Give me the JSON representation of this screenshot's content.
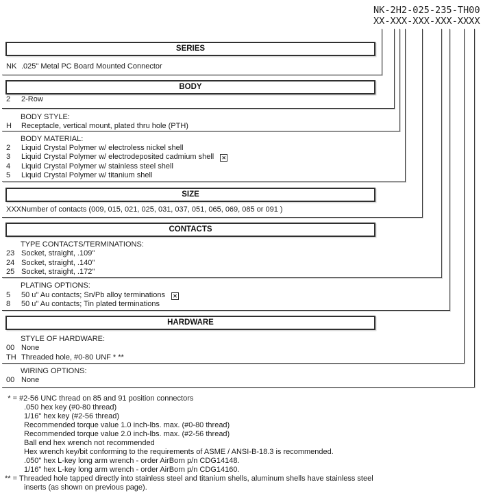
{
  "part_number": {
    "example": "NK-2H2-025-235-TH00",
    "mask": "XX-XXX-XXX-XXX-XXXX"
  },
  "icons": {
    "boxed_x": "✕"
  },
  "sections": [
    {
      "title": "SERIES",
      "groups": [
        {
          "label": "",
          "options": [
            {
              "code": "NK",
              "desc": ".025\" Metal PC Board Mounted Connector"
            }
          ]
        }
      ]
    },
    {
      "title": "BODY",
      "groups": [
        {
          "label": "",
          "options": [
            {
              "code": "2",
              "desc": "2-Row"
            }
          ]
        },
        {
          "label": "BODY STYLE:",
          "options": [
            {
              "code": "H",
              "desc": "Receptacle, vertical mount, plated thru hole (PTH)"
            }
          ]
        },
        {
          "label": "BODY MATERIAL:",
          "options": [
            {
              "code": "2",
              "desc": "Liquid Crystal Polymer w/ electroless nickel shell"
            },
            {
              "code": "3",
              "desc": "Liquid Crystal Polymer w/ electrodeposited cadmium shell",
              "flagged": true
            },
            {
              "code": "4",
              "desc": "Liquid Crystal Polymer w/ stainless steel shell"
            },
            {
              "code": "5",
              "desc": "Liquid Crystal Polymer w/ titanium shell"
            }
          ]
        }
      ]
    },
    {
      "title": "SIZE",
      "groups": [
        {
          "label": "",
          "options": [
            {
              "code": "XXX",
              "desc": "Number of contacts (009, 015, 021, 025, 031, 037, 051, 065, 069, 085 or 091 )"
            }
          ]
        }
      ]
    },
    {
      "title": "CONTACTS",
      "groups": [
        {
          "label": "TYPE CONTACTS/TERMINATIONS:",
          "options": [
            {
              "code": "23",
              "desc": "Socket, straight, .109\""
            },
            {
              "code": "24",
              "desc": "Socket, straight, .140\""
            },
            {
              "code": "25",
              "desc": "Socket, straight, .172\""
            }
          ]
        },
        {
          "label": "PLATING OPTIONS:",
          "options": [
            {
              "code": "5",
              "desc": "50 u\" Au contacts; Sn/Pb alloy terminations",
              "flagged": true
            },
            {
              "code": "8",
              "desc": "50 u\" Au contacts; Tin plated terminations"
            }
          ]
        }
      ]
    },
    {
      "title": "HARDWARE",
      "groups": [
        {
          "label": "STYLE OF HARDWARE:",
          "options": [
            {
              "code": "00",
              "desc": "None"
            },
            {
              "code": "TH",
              "desc": "Threaded hole, #0-80 UNF * **"
            }
          ]
        },
        {
          "label": "WIRING OPTIONS:",
          "options": [
            {
              "code": "00",
              "desc": "None"
            }
          ]
        }
      ]
    }
  ],
  "footnotes": [
    {
      "marker": "* =",
      "indent": false,
      "text": "#2-56 UNC thread on 85 and 91 position connectors"
    },
    {
      "marker": "",
      "indent": true,
      "text": ".050 hex key (#0-80 thread)"
    },
    {
      "marker": "",
      "indent": true,
      "text": "1/16\" hex key (#2-56 thread)"
    },
    {
      "marker": "",
      "indent": true,
      "text": "Recommended torque value 1.0 inch-lbs. max. (#0-80 thread)"
    },
    {
      "marker": "",
      "indent": true,
      "text": "Recommended torque value 2.0 inch-lbs. max. (#2-56 thread)"
    },
    {
      "marker": "",
      "indent": true,
      "text": "Ball end hex wrench not recommended"
    },
    {
      "marker": "",
      "indent": true,
      "text": "Hex wrench key/bit conforming to the requirements of ASME / ANSI-B-18.3 is recommended."
    },
    {
      "marker": "",
      "indent": true,
      "text": ".050\" hex L-key long arm wrench - order AirBorn p/n CDG14148."
    },
    {
      "marker": "",
      "indent": true,
      "text": "1/16\" hex L-key long arm wrench - order AirBorn p/n CDG14160."
    },
    {
      "marker": "** =",
      "indent": false,
      "text": "Threaded hole tapped directly into stainless steel and titanium shells, aluminum shells have stainless steel"
    },
    {
      "marker": "",
      "indent": true,
      "text": "inserts (as shown on previous page)."
    }
  ]
}
